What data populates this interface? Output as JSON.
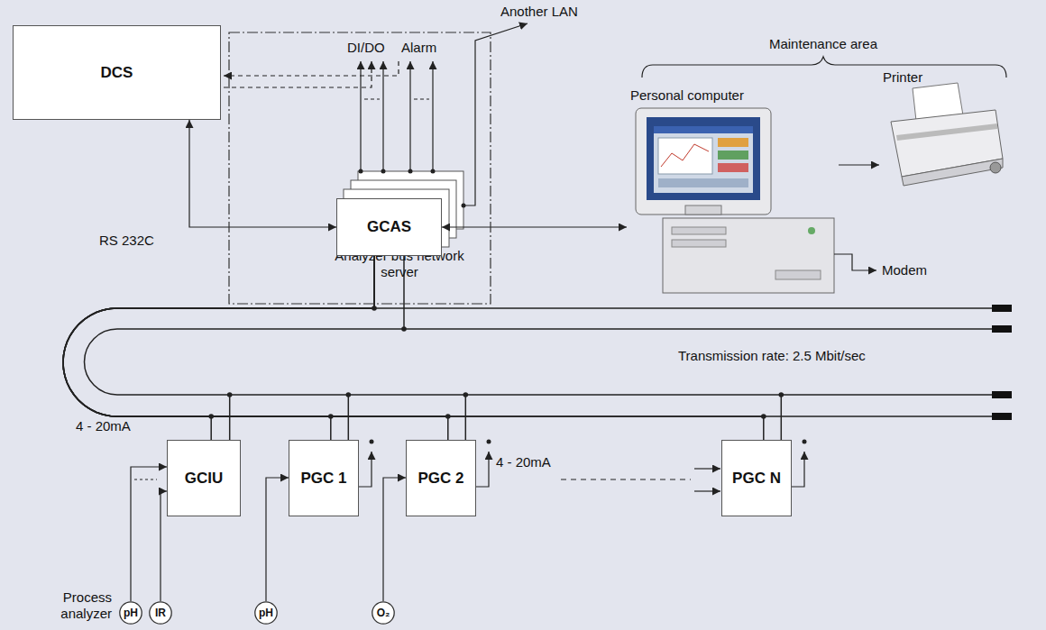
{
  "diagram": {
    "nodes": [
      {
        "text": [
          "DCS"
        ]
      },
      {
        "text": [
          "Analyzer bus network server"
        ]
      },
      {
        "text": [
          "GCAS"
        ],
        "in": 1
      },
      {
        "text": [
          "Personal computer"
        ]
      },
      {
        "text": [
          "Printer"
        ]
      },
      {
        "text": [
          "GCIU"
        ]
      },
      {
        "text": [
          "PGC 1"
        ]
      },
      {
        "text": [
          "PGC 2"
        ]
      },
      {
        "text": [
          "PGC N"
        ]
      },
      {
        "text": [
          "pH"
        ]
      },
      {
        "text": [
          "IR"
        ]
      },
      {
        "text": [
          "pH"
        ]
      },
      {
        "text": [
          "O₂"
        ]
      }
    ],
    "edges": [
      {
        "from": 0,
        "to": 2,
        "arrow": "both",
        "label": "RS 232C"
      },
      {
        "from": 2,
        "to": 3,
        "arrow": "both"
      },
      {
        "from": 3,
        "to": 4,
        "arrow": "to"
      },
      {
        "from": 2,
        "to": 5,
        "arrow": "none"
      },
      {
        "from": 2,
        "to": 6,
        "arrow": "none"
      },
      {
        "from": 2,
        "to": 7,
        "arrow": "none"
      },
      {
        "from": 2,
        "to": 8,
        "arrow": "none"
      },
      {
        "from": 9,
        "to": 5,
        "arrow": "to"
      },
      {
        "from": 10,
        "to": 5,
        "arrow": "to"
      },
      {
        "from": 11,
        "to": 6,
        "arrow": "to"
      },
      {
        "from": 12,
        "to": 7,
        "arrow": "to"
      }
    ],
    "labels": [
      "Another LAN",
      "Maintenance area",
      "DI/DO",
      "Alarm",
      "Modem",
      "Transmission rate: 2.5 Mbit/sec",
      "4 - 20mA",
      "4 - 20mA",
      "Process analyzer"
    ]
  }
}
